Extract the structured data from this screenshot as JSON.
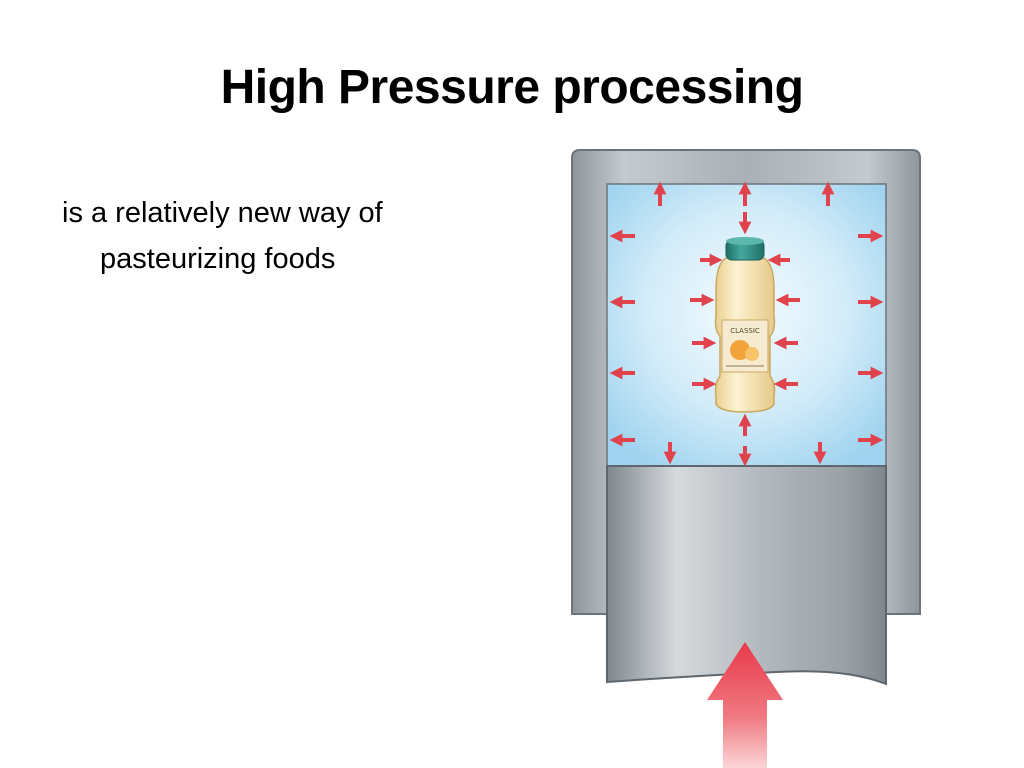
{
  "slide": {
    "title": "High Pressure processing",
    "body": "is a relatively new way of pasteurizing foods"
  },
  "illustration": {
    "bottle_label": "CLASSIC",
    "colors": {
      "chamber_fill": "#b9c0c6",
      "water_edge": "#9fd3ef",
      "water_center": "#f4fbff",
      "pressure_arrow": "#e0434c",
      "piston_arrow": "#e8394a",
      "bottle_cap": "#2f8f86",
      "bottle_body": "#f9e8b8"
    }
  }
}
